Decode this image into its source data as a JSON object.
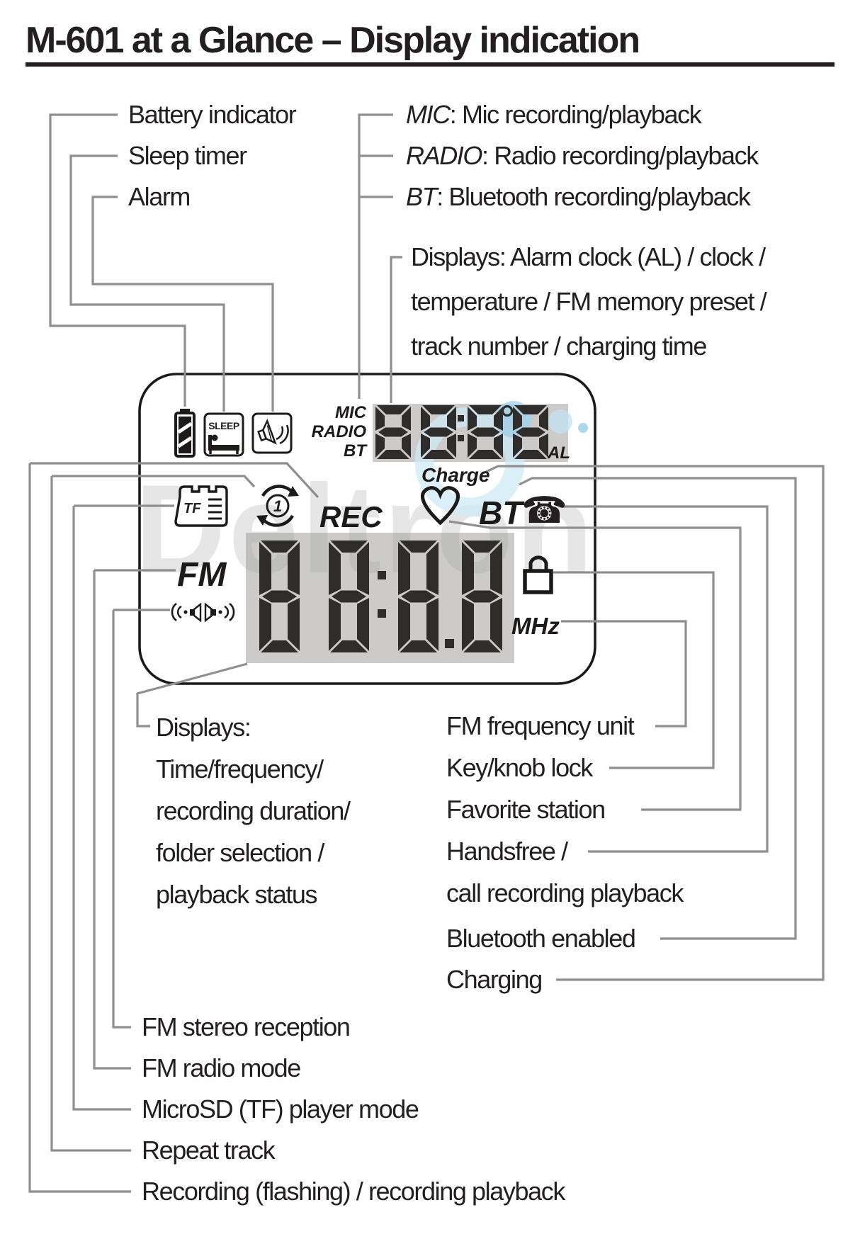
{
  "title": "M-601 at a Glance – Display indication",
  "watermark": "Deltron",
  "callouts": {
    "battery": "Battery indicator",
    "sleep": "Sleep timer",
    "alarm": "Alarm",
    "mic": {
      "term": "MIC",
      "desc": ": Mic recording/playback"
    },
    "radio": {
      "term": "RADIO",
      "desc": ": Radio recording/playback"
    },
    "bt": {
      "term": "BT",
      "desc": ": Bluetooth recording/playback"
    },
    "top_display": [
      "Displays: Alarm clock (AL) / clock /",
      "temperature / FM memory preset /",
      "track number / charging time"
    ],
    "main_display": [
      "Displays:",
      "Time/frequency/",
      "recording duration/",
      "folder selection /",
      "playback status"
    ],
    "fm_unit": "FM frequency unit",
    "lock": "Key/knob lock",
    "favorite": "Favorite station",
    "handsfree_1": "Handsfree /",
    "handsfree_2": "call recording playback",
    "bluetooth": "Bluetooth enabled",
    "charging": "Charging",
    "stereo": "FM stereo reception",
    "fm_mode": "FM radio mode",
    "tf_mode": "MicroSD (TF) player mode",
    "repeat": "Repeat track",
    "recording": "Recording (flashing) / recording playback"
  },
  "lcd": {
    "mic": "MIC",
    "radio": "RADIO",
    "bt_small": "BT",
    "al": "AL",
    "sleep": "SLEEP",
    "tf": "TF",
    "repeat_one": "1",
    "rec": "REC",
    "charge": "Charge",
    "bt_big": "BT",
    "fm": "FM",
    "mhz": "MHz",
    "top_digits": "8888",
    "main_digits": "8888",
    "phone_glyph": "☎"
  },
  "colors": {
    "line": "#8f8f8f",
    "ink": "#231f20",
    "lcd_bg": "#cccbca",
    "digit": "#2e2d2c",
    "blue_ring": "#cfeaf7",
    "blue_dark": "#9fd3ee",
    "blue_mid": "#c2e4f4",
    "blue_dot": "#8fcbe8"
  }
}
